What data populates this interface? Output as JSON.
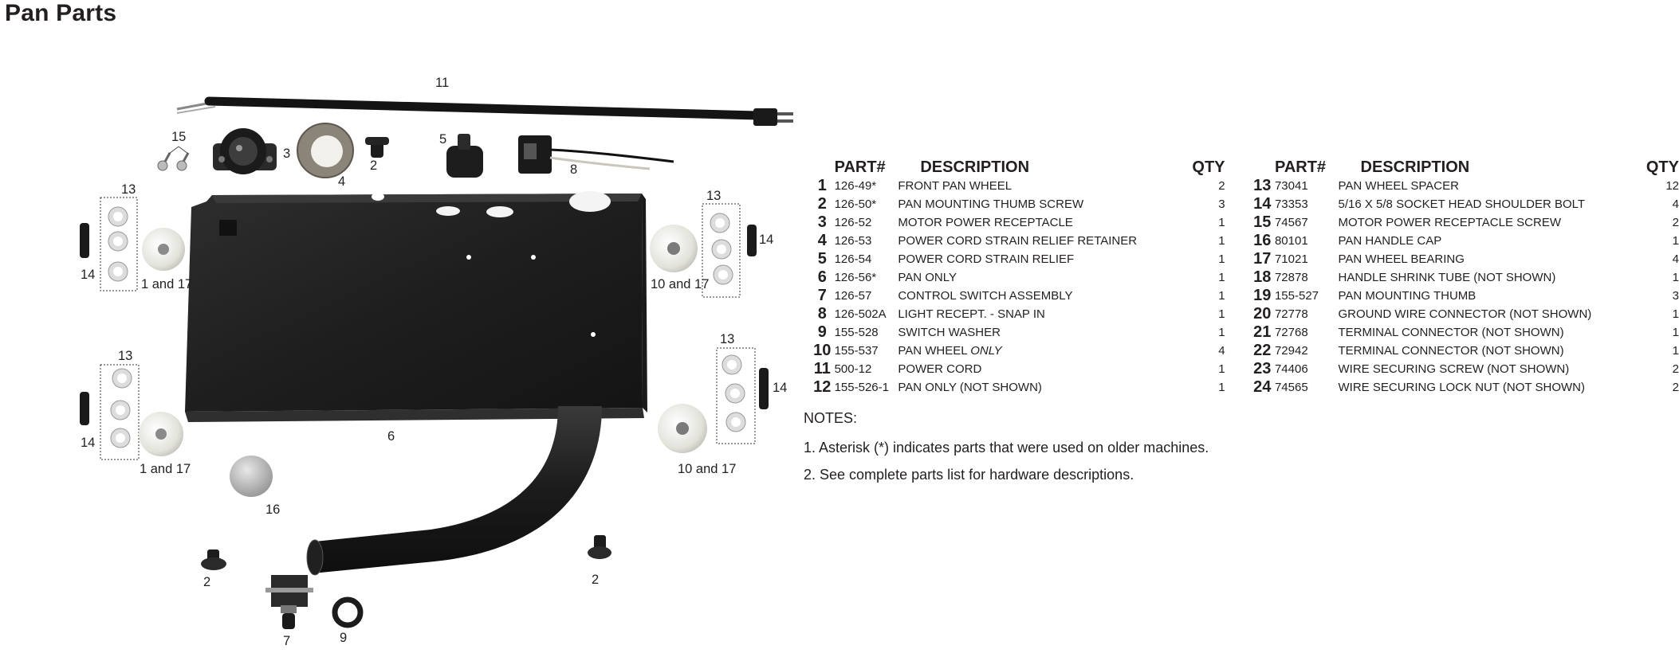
{
  "page": {
    "title": "Pan Parts"
  },
  "table": {
    "headers": {
      "part": "PART#",
      "description": "DESCRIPTION",
      "qty": "QTY"
    },
    "left": [
      {
        "num": "1",
        "part": "126-49*",
        "desc": "FRONT PAN WHEEL",
        "desc_em": "",
        "qty": "2"
      },
      {
        "num": "2",
        "part": "126-50*",
        "desc": "PAN MOUNTING THUMB SCREW",
        "desc_em": "",
        "qty": "3"
      },
      {
        "num": "3",
        "part": "126-52",
        "desc": "MOTOR POWER RECEPTACLE",
        "desc_em": "",
        "qty": "1"
      },
      {
        "num": "4",
        "part": "126-53",
        "desc": "POWER CORD STRAIN RELIEF RETAINER",
        "desc_em": "",
        "qty": "1"
      },
      {
        "num": "5",
        "part": "126-54",
        "desc": "POWER CORD STRAIN RELIEF",
        "desc_em": "",
        "qty": "1"
      },
      {
        "num": "6",
        "part": "126-56*",
        "desc": "PAN ONLY",
        "desc_em": "",
        "qty": "1"
      },
      {
        "num": "7",
        "part": "126-57",
        "desc": "CONTROL SWITCH ASSEMBLY",
        "desc_em": "",
        "qty": "1"
      },
      {
        "num": "8",
        "part": "126-502A",
        "desc": "LIGHT RECEPT. - SNAP IN",
        "desc_em": "",
        "qty": "1"
      },
      {
        "num": "9",
        "part": "155-528",
        "desc": "SWITCH WASHER",
        "desc_em": "",
        "qty": "1"
      },
      {
        "num": "10",
        "part": "155-537",
        "desc": "PAN WHEEL ",
        "desc_em": "ONLY",
        "qty": "4"
      },
      {
        "num": "11",
        "part": "500-12",
        "desc": "POWER CORD",
        "desc_em": "",
        "qty": "1"
      },
      {
        "num": "12",
        "part": "155-526-1",
        "desc": "PAN ONLY (NOT SHOWN)",
        "desc_em": "",
        "qty": "1"
      }
    ],
    "right": [
      {
        "num": "13",
        "part": "73041",
        "desc": "PAN WHEEL SPACER",
        "qty": "12"
      },
      {
        "num": "14",
        "part": "73353",
        "desc": "5/16 X 5/8 SOCKET HEAD SHOULDER BOLT",
        "qty": "4"
      },
      {
        "num": "15",
        "part": "74567",
        "desc": "MOTOR POWER RECEPTACLE SCREW",
        "qty": "2"
      },
      {
        "num": "16",
        "part": "80101",
        "desc": "PAN HANDLE CAP",
        "qty": "1"
      },
      {
        "num": "17",
        "part": "71021",
        "desc": "PAN WHEEL BEARING",
        "qty": "4"
      },
      {
        "num": "18",
        "part": "72878",
        "desc": "HANDLE SHRINK TUBE (NOT SHOWN)",
        "qty": "1"
      },
      {
        "num": "19",
        "part": "155-527",
        "desc": "PAN MOUNTING THUMB",
        "qty": "3"
      },
      {
        "num": "20",
        "part": "72778",
        "desc": "GROUND WIRE CONNECTOR (NOT SHOWN)",
        "qty": "1"
      },
      {
        "num": "21",
        "part": "72768",
        "desc": "TERMINAL CONNECTOR (NOT SHOWN)",
        "qty": "1"
      },
      {
        "num": "22",
        "part": "72942",
        "desc": "TERMINAL CONNECTOR (NOT SHOWN)",
        "qty": "1"
      },
      {
        "num": "23",
        "part": "74406",
        "desc": "WIRE SECURING SCREW (NOT SHOWN)",
        "qty": "2"
      },
      {
        "num": "24",
        "part": "74565",
        "desc": "WIRE SECURING LOCK NUT (NOT SHOWN)",
        "qty": "2"
      }
    ]
  },
  "notes": {
    "title": "NOTES:",
    "items": [
      "1.  Asterisk (*) indicates parts that were used on older machines.",
      "2.  See complete parts list for hardware descriptions."
    ]
  },
  "diagram": {
    "callouts": {
      "power_cord": "11",
      "screws_top": "15",
      "receptacle": "3",
      "retainer": "4",
      "thumb_top": "2",
      "strain_relief": "5",
      "light_recept": "8",
      "spacers_ul": "13",
      "bolt_ul": "14",
      "wheel_ul": "1 and 17",
      "spacers_ur": "13",
      "bolt_ur": "14",
      "wheel_ur": "10 and 17",
      "spacers_ll": "13",
      "bolt_ll": "14",
      "wheel_ll": "1 and 17",
      "spacers_lr": "13",
      "bolt_lr": "14",
      "wheel_lr": "10 and 17",
      "pan": "6",
      "handle_cap": "16",
      "thumb_ll": "2",
      "thumb_lr": "2",
      "switch": "7",
      "washer": "9"
    }
  }
}
